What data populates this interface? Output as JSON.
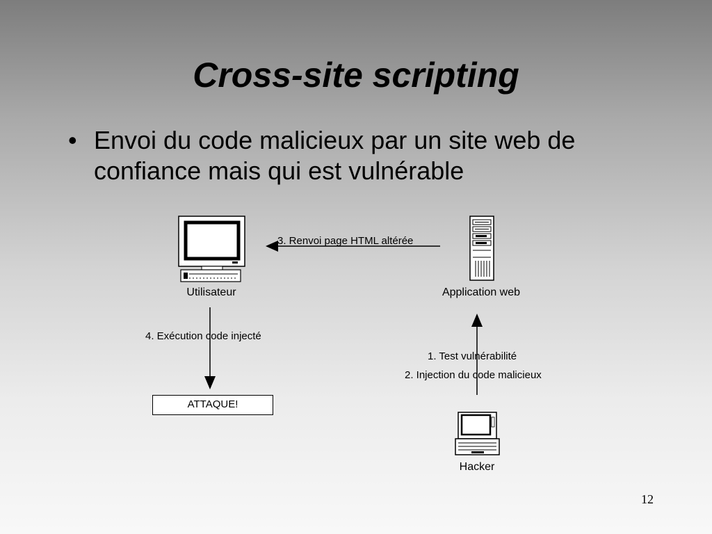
{
  "slide": {
    "title": "Cross-site scripting",
    "bullet_marker": "•",
    "bullet": "Envoi du code malicieux par un site web de confiance mais qui est vulnérable",
    "page_number": "12"
  },
  "diagram": {
    "nodes": {
      "user": {
        "label": "Utilisateur",
        "icon": "desktop-computer-icon"
      },
      "webapp": {
        "label": "Application web",
        "icon": "server-tower-icon"
      },
      "hacker": {
        "label": "Hacker",
        "icon": "laptop-icon"
      },
      "attack": {
        "label": "ATTAQUE!"
      }
    },
    "edges": {
      "step1": {
        "label": "1. Test vulnérabilité"
      },
      "step2": {
        "label": "2. Injection du code malicieux"
      },
      "step3": {
        "label": "3. Renvoi page HTML altérée"
      },
      "step4": {
        "label": "4. Exécution code injecté"
      }
    }
  }
}
